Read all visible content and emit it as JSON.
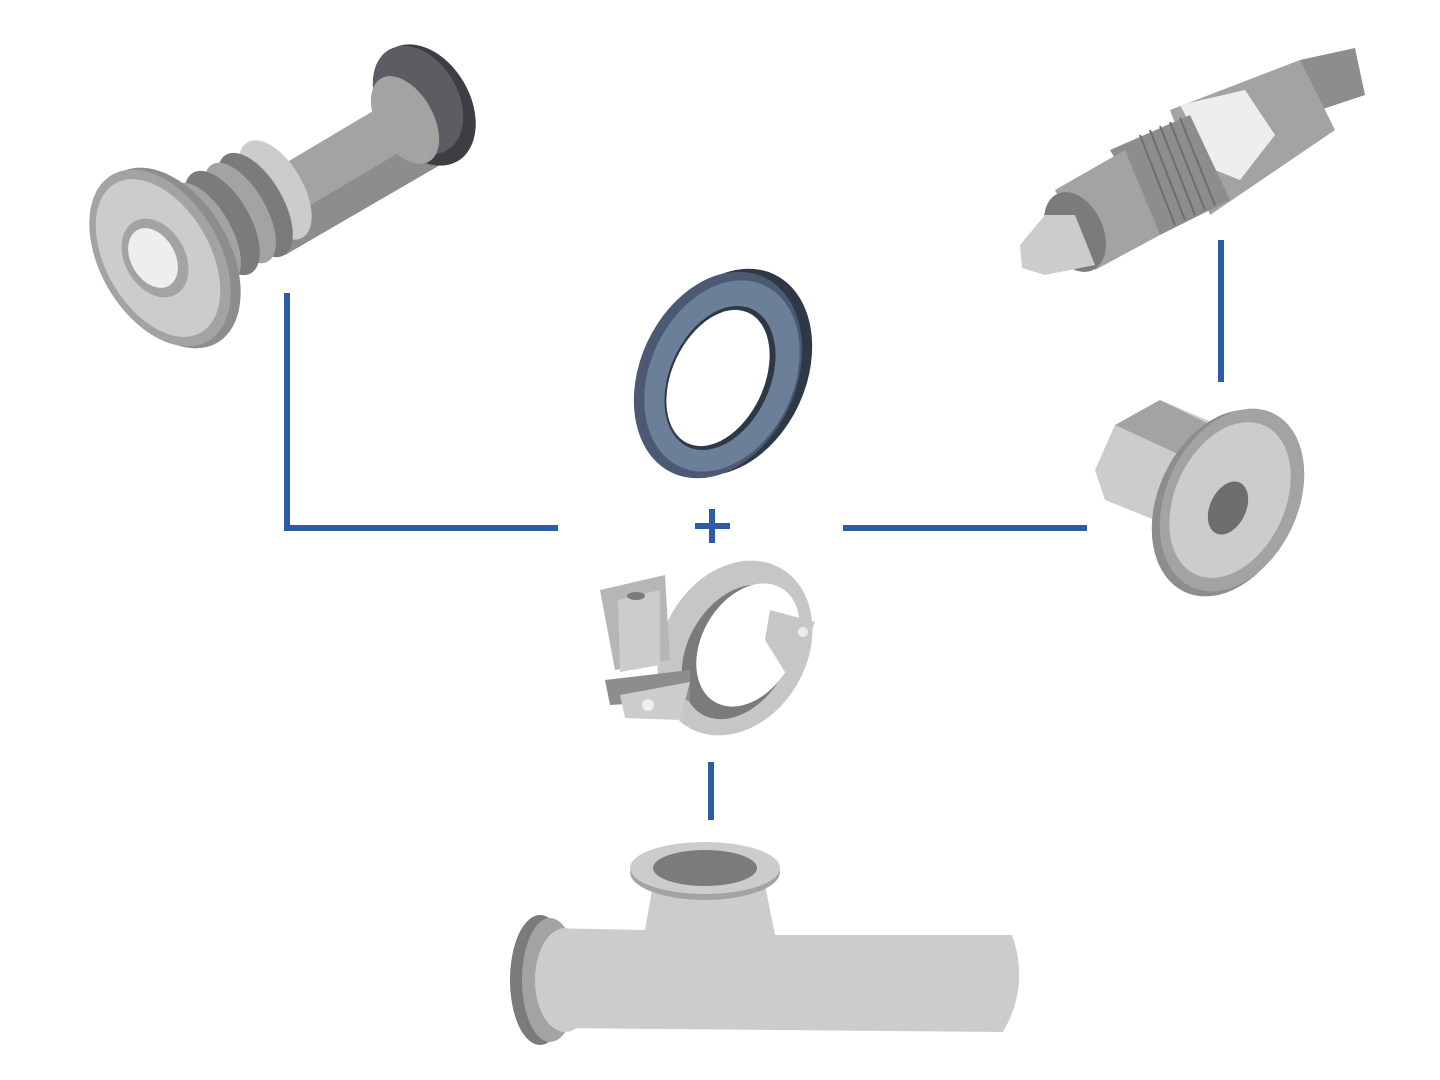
{
  "diagram": {
    "components": [
      {
        "id": "sensor-left",
        "kind": "tri-clamp sensor probe"
      },
      {
        "id": "gasket",
        "kind": "gasket"
      },
      {
        "id": "clamp",
        "kind": "clamp"
      },
      {
        "id": "sensor-right",
        "kind": "threaded sensor"
      },
      {
        "id": "ferrule-adapter",
        "kind": "ferrule adapter"
      },
      {
        "id": "tee-pipe",
        "kind": "tee pipe"
      }
    ],
    "colors": {
      "connector": "#2b5ca8",
      "steel_light": "#cbcccb",
      "steel_mid": "#a3a4a2",
      "steel_dark": "#7b7c7a",
      "gasket_face": "#6b7f98",
      "gasket_edge": "#2e3847",
      "cap_dark": "#5d5c62"
    }
  }
}
